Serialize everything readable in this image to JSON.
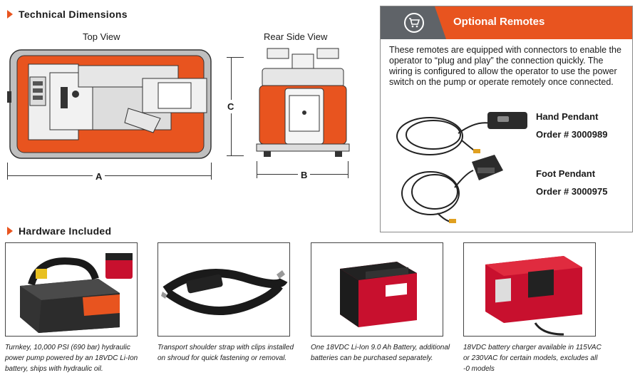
{
  "technical": {
    "title": "Technical Dimensions",
    "top_view_label": "Top View",
    "rear_view_label": "Rear Side View",
    "dim_a": "A",
    "dim_b": "B",
    "dim_c": "C"
  },
  "remotes": {
    "title": "Optional Remotes",
    "icon": "cart-icon",
    "description": "These remotes are equipped with connectors to enable the operator to “plug and play” the connection quickly.  The wiring is configured to allow the operator to use the power switch on the pump or operate remotely once connected.",
    "items": [
      {
        "name": "Hand Pendant",
        "order": "Order # 3000989"
      },
      {
        "name": "Foot Pendant",
        "order": "Order # 3000975"
      }
    ]
  },
  "hardware": {
    "title": "Hardware Included",
    "items": [
      {
        "caption": "Turnkey, 10,000 PSI (690 bar) hydraulic power pump powered by an 18VDC Li-Ion battery, ships with hydraulic oil."
      },
      {
        "caption": "Transport shoulder strap with clips installed on shroud for quick fastening or removal."
      },
      {
        "caption": "One 18VDC Li-Ion 9.0 Ah Battery, additional batteries can be purchased separately."
      },
      {
        "caption": "18VDC battery charger available in 115VAC or 230VAC for certain models, excludes all -0 models"
      }
    ]
  },
  "colors": {
    "accent": "#e8541f",
    "header_gray": "#5f6368",
    "battery_red": "#c8102e"
  }
}
